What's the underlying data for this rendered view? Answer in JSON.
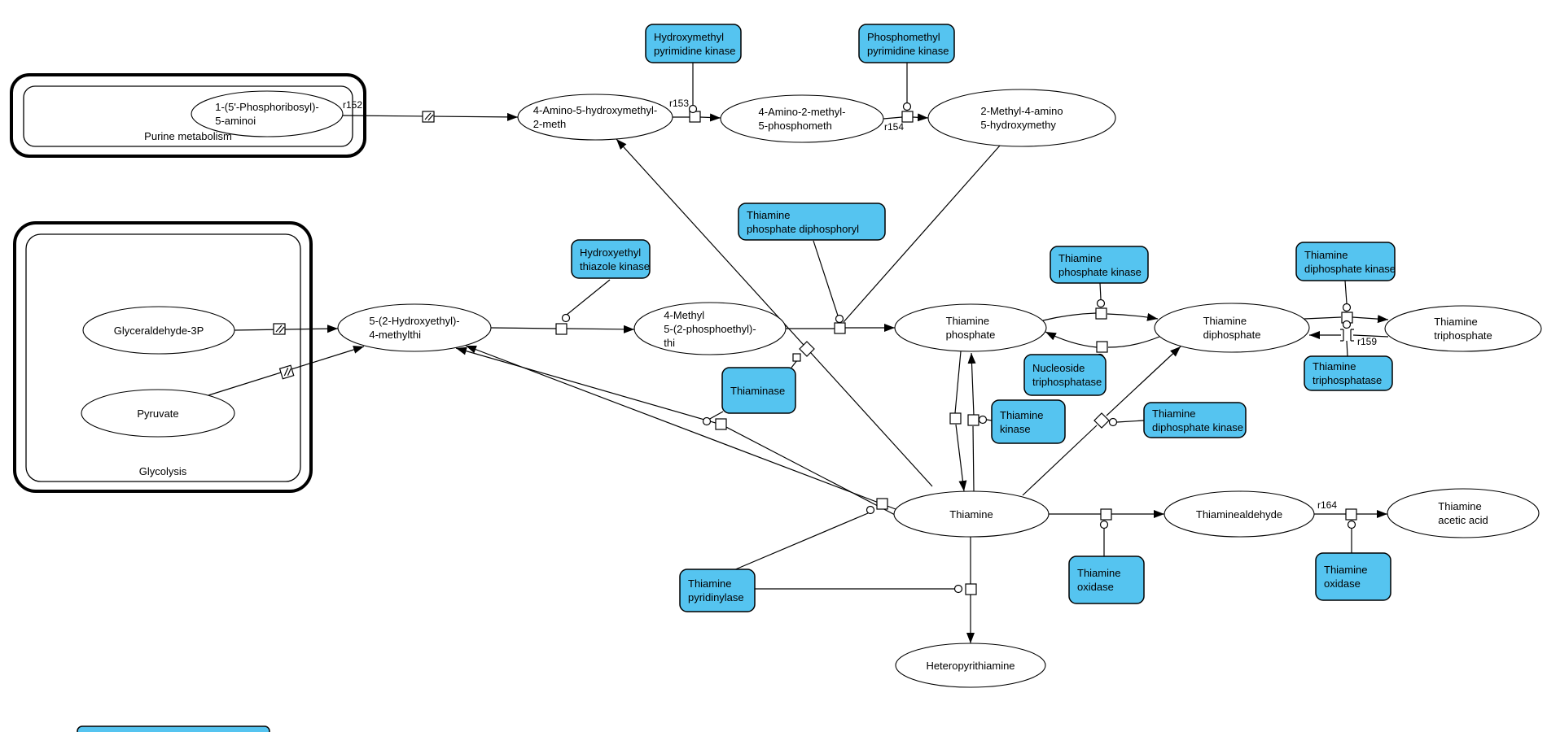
{
  "colors": {
    "enzyme_fill": "#55c4f0",
    "species_fill": "#ffffff",
    "line": "#000000"
  },
  "compartments": [
    {
      "label": "Purine metabolism"
    },
    {
      "label": "Glycolysis"
    }
  ],
  "species": [
    {
      "l1": "1-(5'-Phosphoribosyl)-",
      "l2": "5-aminoi"
    },
    {
      "l1": "4-Amino-5-hydroxymethyl-",
      "l2": "2-meth"
    },
    {
      "l1": "4-Amino-2-methyl-",
      "l2": "5-phosphometh"
    },
    {
      "l1": "2-Methyl-4-amino",
      "l2": "5-hydroxymethy"
    },
    {
      "l1": "Glyceraldehyde-3P"
    },
    {
      "l1": "Pyruvate"
    },
    {
      "l1": "5-(2-Hydroxyethyl)-",
      "l2": "4-methylthi"
    },
    {
      "l1": "4-Methyl",
      "l2": "5-(2-phosphoethyl)-",
      "l3": "thi"
    },
    {
      "l1": "Thiamine",
      "l2": "phosphate"
    },
    {
      "l1": "Thiamine",
      "l2": "diphosphate"
    },
    {
      "l1": "Thiamine",
      "l2": "triphosphate"
    },
    {
      "l1": "Thiamine"
    },
    {
      "l1": "Thiaminealdehyde"
    },
    {
      "l1": "Thiamine",
      "l2": "acetic acid"
    },
    {
      "l1": "Heteropyrithiamine"
    }
  ],
  "enzymes": [
    {
      "l1": "Hydroxymethyl",
      "l2": "pyrimidine kinase"
    },
    {
      "l1": "Phosphomethyl",
      "l2": "pyrimidine kinase"
    },
    {
      "l1": "Thiamine",
      "l2": "phosphate diphosphoryl"
    },
    {
      "l1": "Hydroxyethyl",
      "l2": "thiazole kinase"
    },
    {
      "l1": "Thiamine",
      "l2": "phosphate kinase"
    },
    {
      "l1": "Thiamine",
      "l2": "diphosphate kinase"
    },
    {
      "l1": "Nucleoside",
      "l2": "triphosphatase"
    },
    {
      "l1": "Thiamine",
      "l2": "kinase"
    },
    {
      "l1": "Thiamine",
      "l2": "diphosphate kinase"
    },
    {
      "l1": "Thiamine",
      "l2": "triphosphatase"
    },
    {
      "l1": "Thiaminase"
    },
    {
      "l1": "Thiamine",
      "l2": "oxidase"
    },
    {
      "l1": "Thiamine",
      "l2": "oxidase"
    },
    {
      "l1": "Thiamine",
      "l2": "pyridinylase"
    }
  ],
  "reactions": [
    {
      "id": "r152"
    },
    {
      "id": "r153"
    },
    {
      "id": "r154"
    },
    {
      "id": "r159"
    },
    {
      "id": "r164"
    }
  ]
}
